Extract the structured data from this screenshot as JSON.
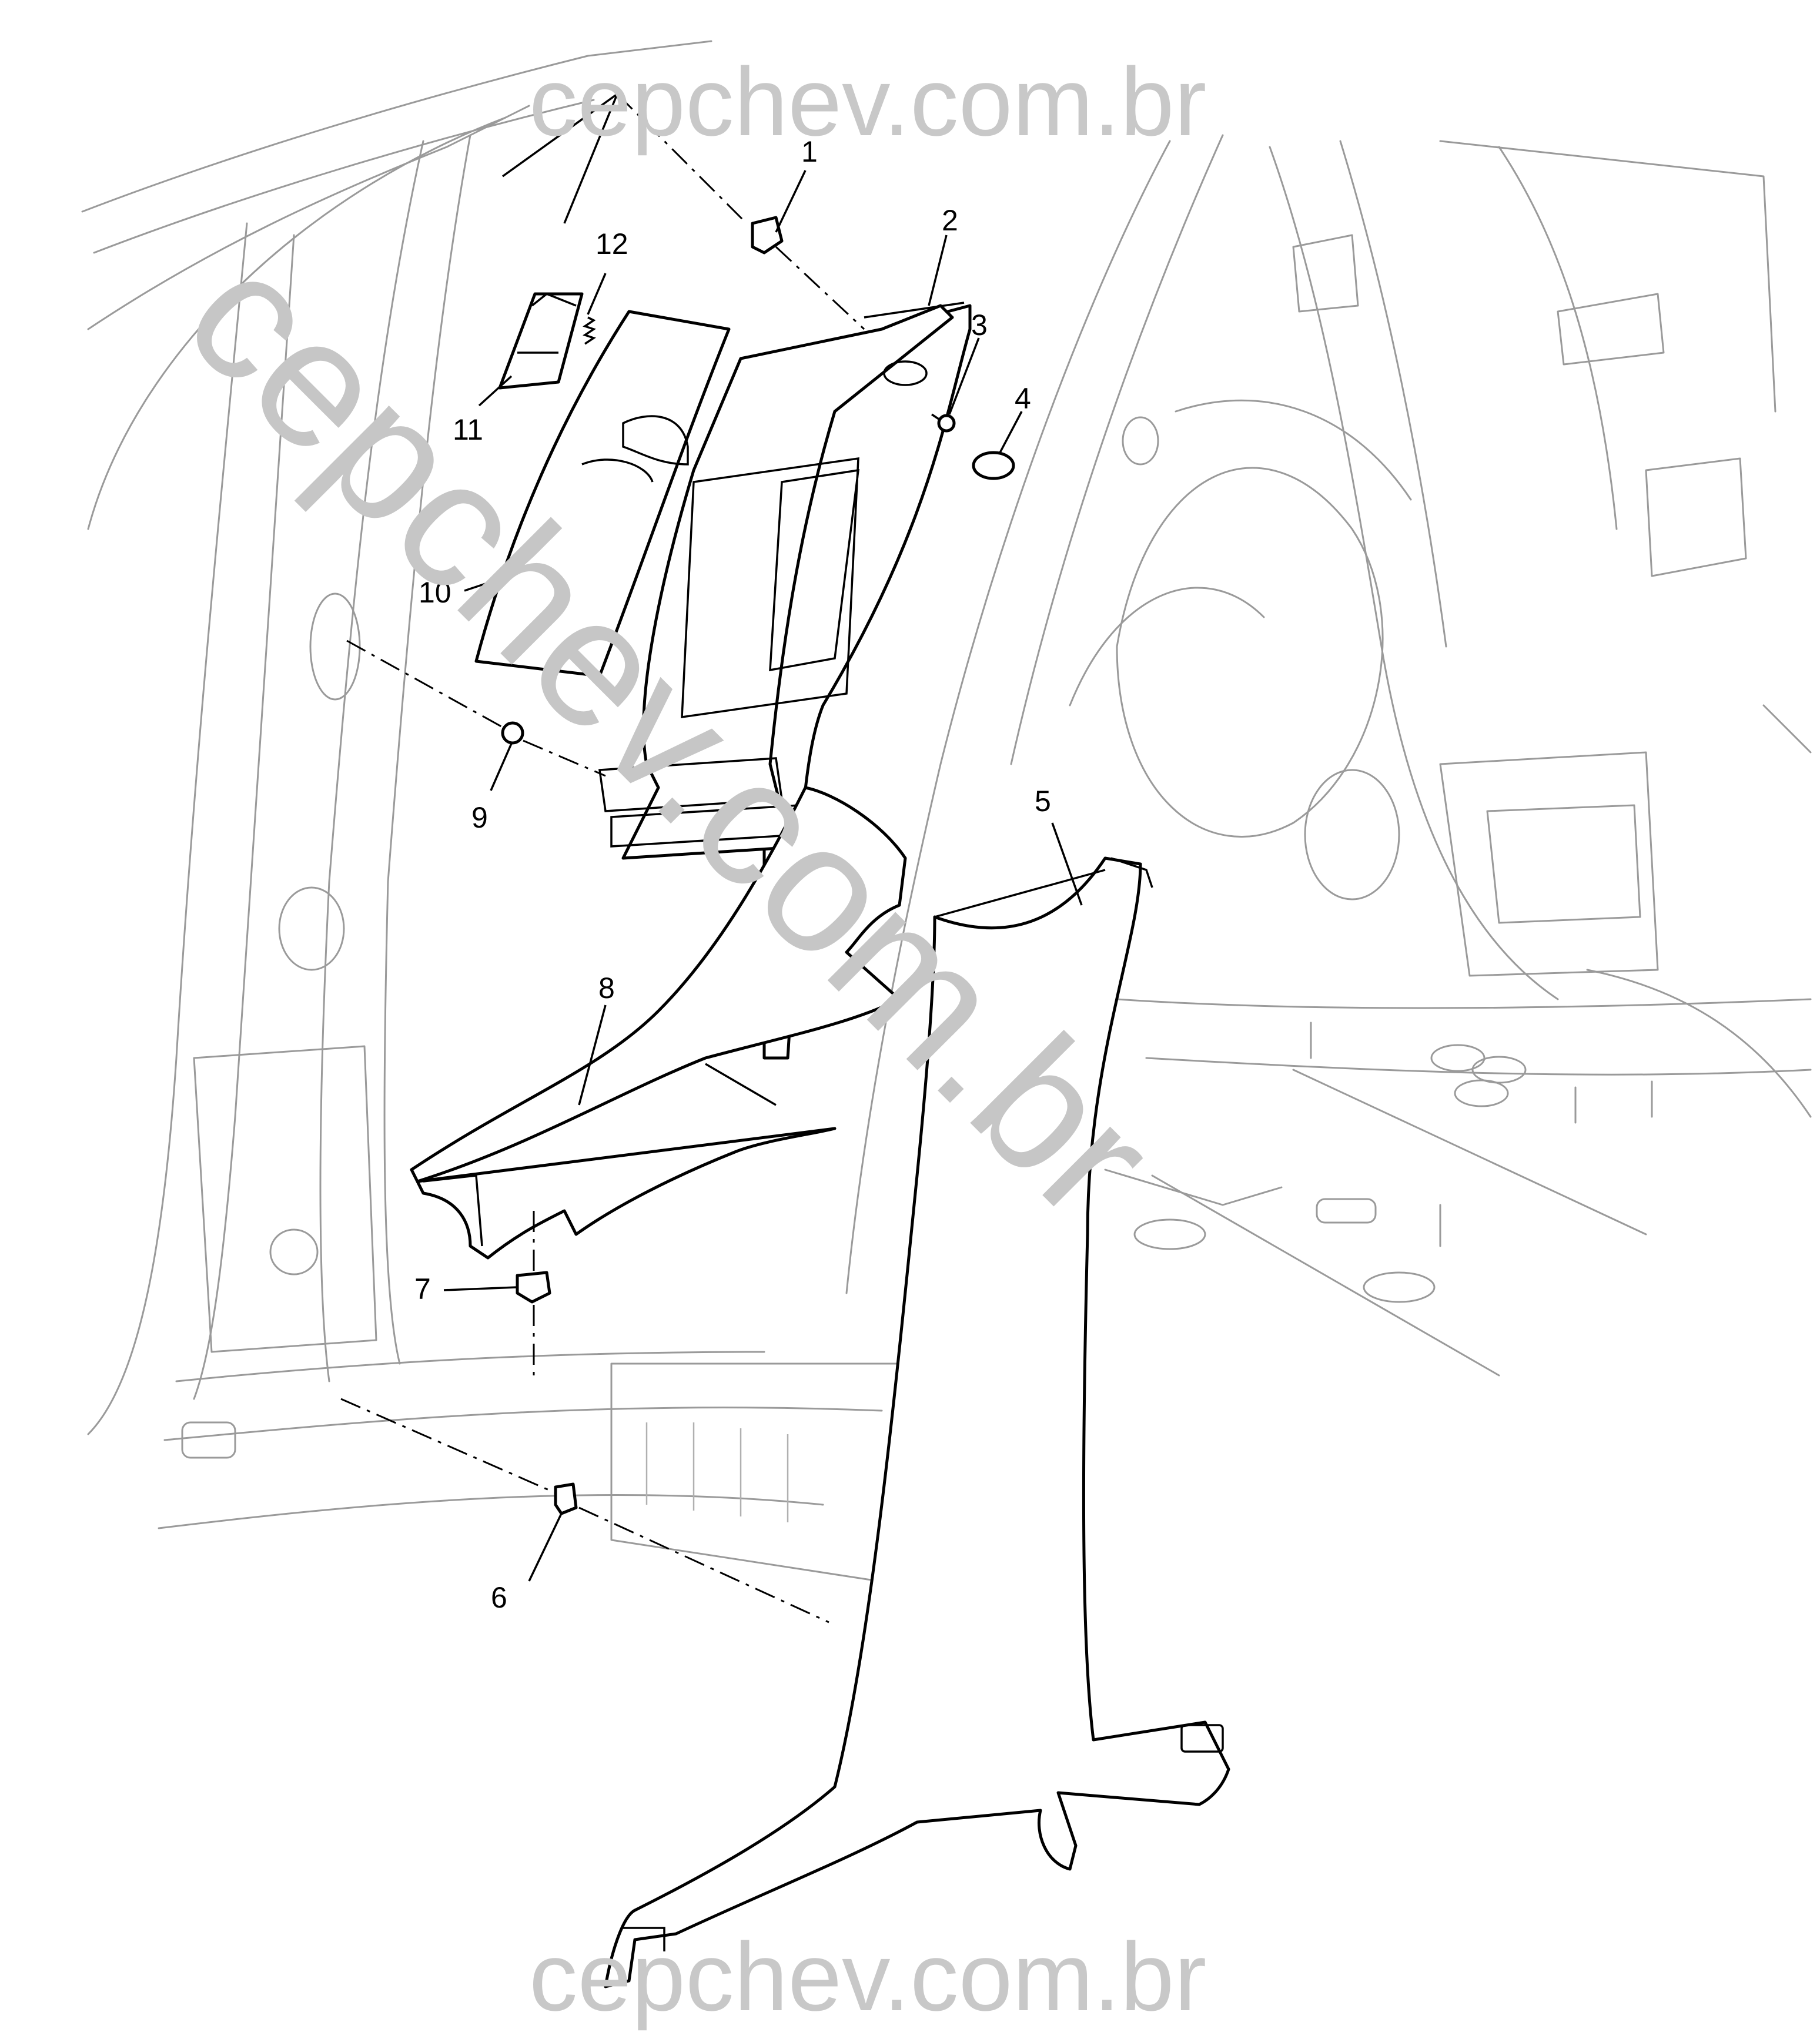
{
  "watermark": {
    "top": "cepchev.com.br",
    "bottom": "cepchev.com.br",
    "diagonal": "cepchev.com.br"
  },
  "callouts": [
    "1",
    "2",
    "3",
    "4",
    "5",
    "6",
    "7",
    "8",
    "9",
    "10",
    "11",
    "12"
  ]
}
